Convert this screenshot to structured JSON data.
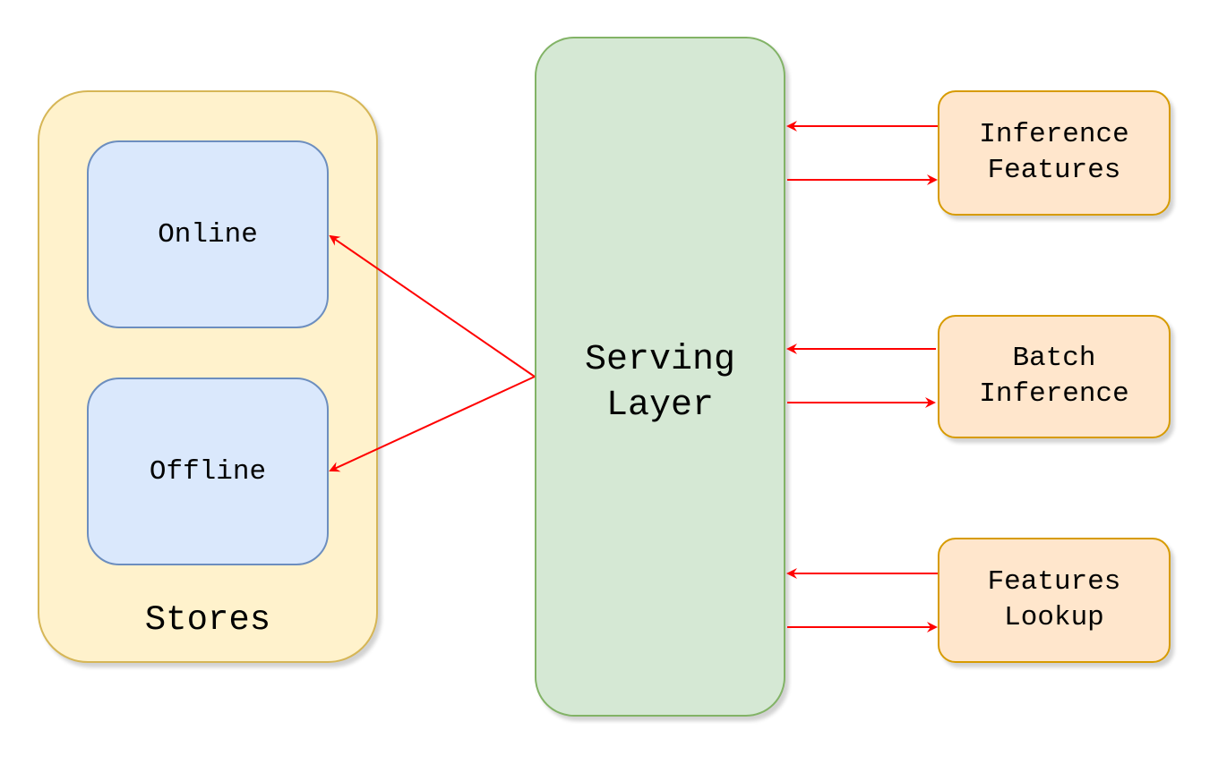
{
  "stores": {
    "title": "Stores",
    "online": "Online",
    "offline": "Offline"
  },
  "serving": {
    "title": "Serving\nLayer"
  },
  "consumers": {
    "inference": "Inference\nFeatures",
    "batch": "Batch\nInference",
    "lookup": "Features\nLookup"
  },
  "colors": {
    "arrow": "#ff0000",
    "stores_fill": "#fff2cc",
    "store_item_fill": "#dae8fc",
    "serving_fill": "#d5e8d4",
    "consumer_fill": "#ffe6cc"
  }
}
